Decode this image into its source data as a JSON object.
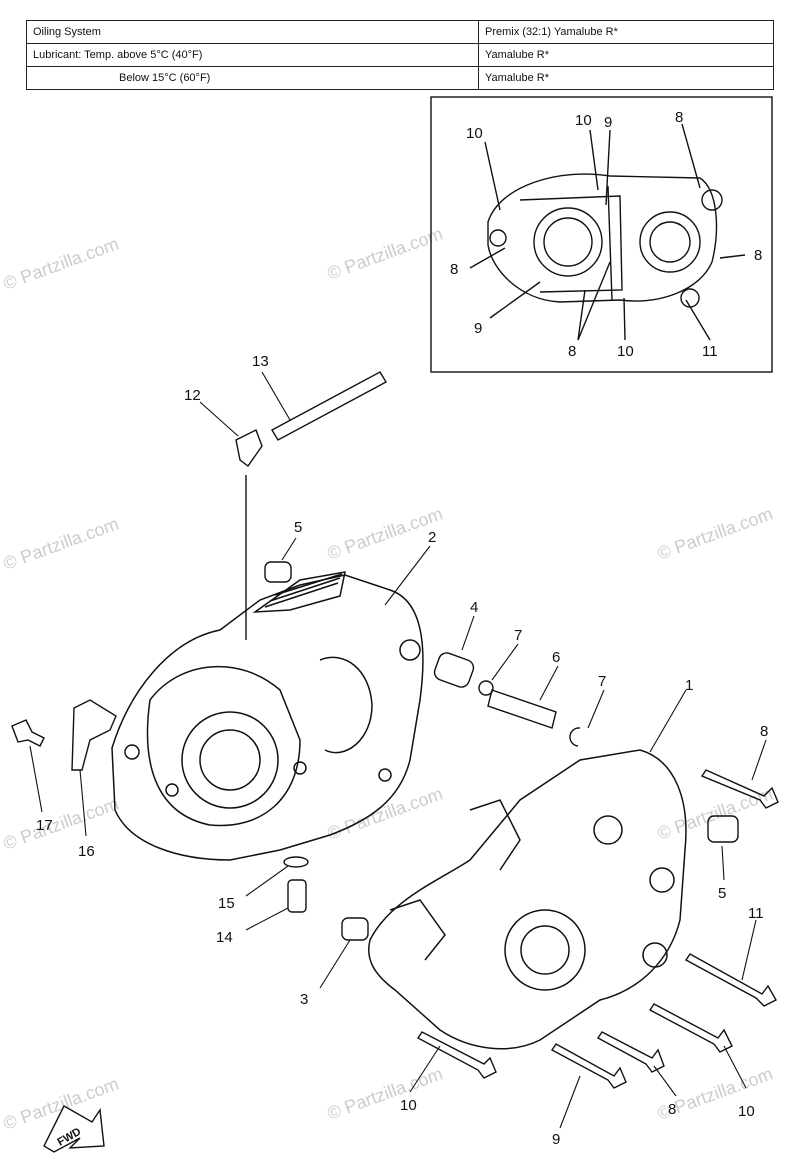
{
  "table": {
    "rows": [
      {
        "label": "Oiling System",
        "value": "Premix (32:1) Yamalube R*"
      },
      {
        "label": "Lubricant: Temp. above 5°C (40°F)",
        "value": "Yamalube R*"
      },
      {
        "label": "Below 15°C (60°F)",
        "value": "Yamalube R*"
      }
    ]
  },
  "watermark": {
    "main": "© Partzilla.com",
    "repeat": "© Partzilla.com"
  },
  "fwd_label": "FWD",
  "callouts": {
    "c1": "1",
    "c2": "2",
    "c3": "3",
    "c4": "4",
    "c5a": "5",
    "c5b": "5",
    "c6": "6",
    "c7a": "7",
    "c7b": "7",
    "c8": "8",
    "c8b": "8",
    "c9": "9",
    "c10a": "10",
    "c10b": "10",
    "c11": "11",
    "c12": "12",
    "c13": "13",
    "c14": "14",
    "c15": "15",
    "c16": "16",
    "c17": "17"
  },
  "inset_callouts": {
    "a10": "10",
    "b10": "10",
    "a9": "9",
    "a8": "8",
    "b8": "8",
    "c8": "8",
    "d8": "8",
    "b9": "9",
    "c10": "10",
    "a11": "11"
  }
}
